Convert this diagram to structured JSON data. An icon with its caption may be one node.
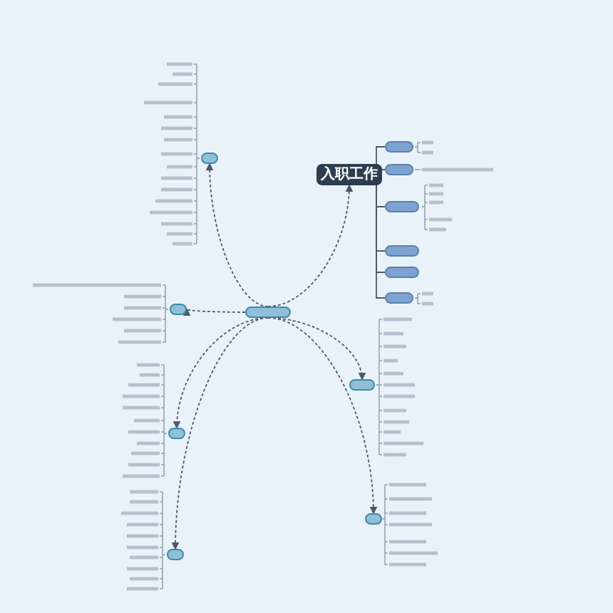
{
  "diagram": {
    "nodes": [
      {
        "text": [],
        "shape": "box"
      },
      {
        "text": [
          "入职工作"
        ]
      },
      {
        "text": [],
        "shape": "box"
      },
      {
        "text": [],
        "shape": "box"
      },
      {
        "text": [],
        "shape": "box"
      },
      {
        "text": [],
        "shape": "box"
      },
      {
        "text": [],
        "shape": "box"
      },
      {
        "text": [],
        "shape": "box"
      },
      {
        "text": [],
        "shape": "box"
      },
      {
        "text": [],
        "shape": "box"
      },
      {
        "text": [],
        "shape": "box"
      },
      {
        "text": [],
        "shape": "box"
      },
      {
        "text": [],
        "shape": "box"
      },
      {
        "text": [],
        "shape": "box"
      }
    ],
    "edges": [
      {
        "from": 0,
        "to": 1,
        "arrow": "to",
        "style": "dashed"
      },
      {
        "from": 0,
        "to": 8,
        "arrow": "to",
        "style": "dashed"
      },
      {
        "from": 0,
        "to": 9,
        "arrow": "to",
        "style": "dashed"
      },
      {
        "from": 0,
        "to": 10,
        "arrow": "to",
        "style": "dashed"
      },
      {
        "from": 0,
        "to": 11,
        "arrow": "to",
        "style": "dashed"
      },
      {
        "from": 0,
        "to": 12,
        "arrow": "to",
        "style": "dashed"
      },
      {
        "from": 0,
        "to": 13,
        "arrow": "to",
        "style": "dashed"
      },
      {
        "from": 1,
        "to": 2,
        "arrow": "none"
      },
      {
        "from": 1,
        "to": 3,
        "arrow": "none"
      },
      {
        "from": 1,
        "to": 4,
        "arrow": "none"
      },
      {
        "from": 1,
        "to": 5,
        "arrow": "none"
      },
      {
        "from": 1,
        "to": 6,
        "arrow": "none"
      },
      {
        "from": 1,
        "to": 7,
        "arrow": "none"
      }
    ]
  }
}
